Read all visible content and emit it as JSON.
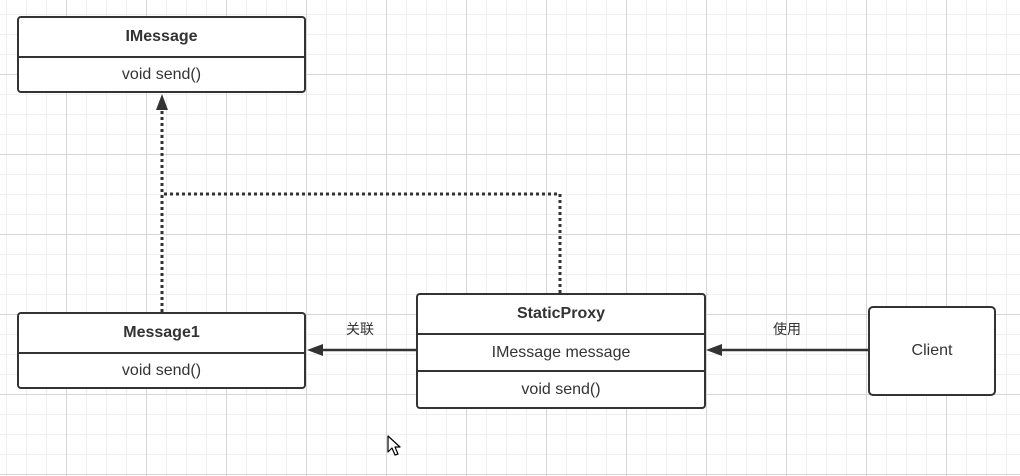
{
  "nodes": {
    "imessage": {
      "name": "IMessage",
      "methods": [
        "void send()"
      ]
    },
    "message1": {
      "name": "Message1",
      "methods": [
        "void send()"
      ]
    },
    "staticproxy": {
      "name": "StaticProxy",
      "fields": [
        "IMessage message"
      ],
      "methods": [
        "void send()"
      ]
    },
    "client": {
      "name": "Client"
    }
  },
  "edges": [
    {
      "from": "Message1",
      "to": "IMessage",
      "style": "dotted",
      "arrow": "open"
    },
    {
      "from": "StaticProxy",
      "to": "IMessage",
      "style": "dotted",
      "arrow": "open"
    },
    {
      "from": "StaticProxy",
      "to": "Message1",
      "style": "solid",
      "arrow": "filled",
      "label": "关联"
    },
    {
      "from": "Client",
      "to": "StaticProxy",
      "style": "solid",
      "arrow": "filled",
      "label": "使用"
    }
  ],
  "colors": {
    "line": "#333333",
    "background": "#ffffff",
    "grid": "#d6d6d6"
  },
  "icons": {
    "cursor": "mouse-pointer-icon"
  }
}
